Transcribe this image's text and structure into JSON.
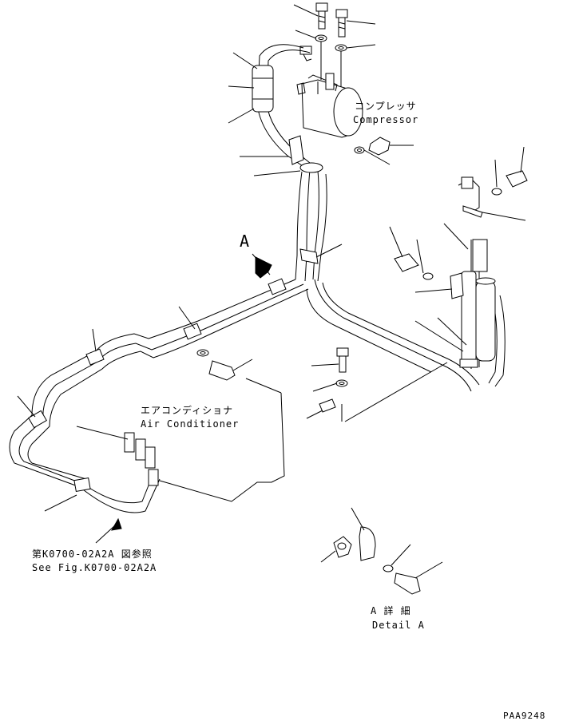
{
  "labels": {
    "compressor_jp": "コンプレッサ",
    "compressor_en": "Compressor",
    "aircon_jp": "エアコンディショナ",
    "aircon_en": "Air Conditioner",
    "view_letter": "A",
    "see_fig_jp": "第K0700-02A2A 図参照",
    "see_fig_en": "See Fig.K0700-02A2A",
    "detail_jp": "A 詳 細",
    "detail_en": "Detail A",
    "drawing_no": "PAA9248"
  }
}
